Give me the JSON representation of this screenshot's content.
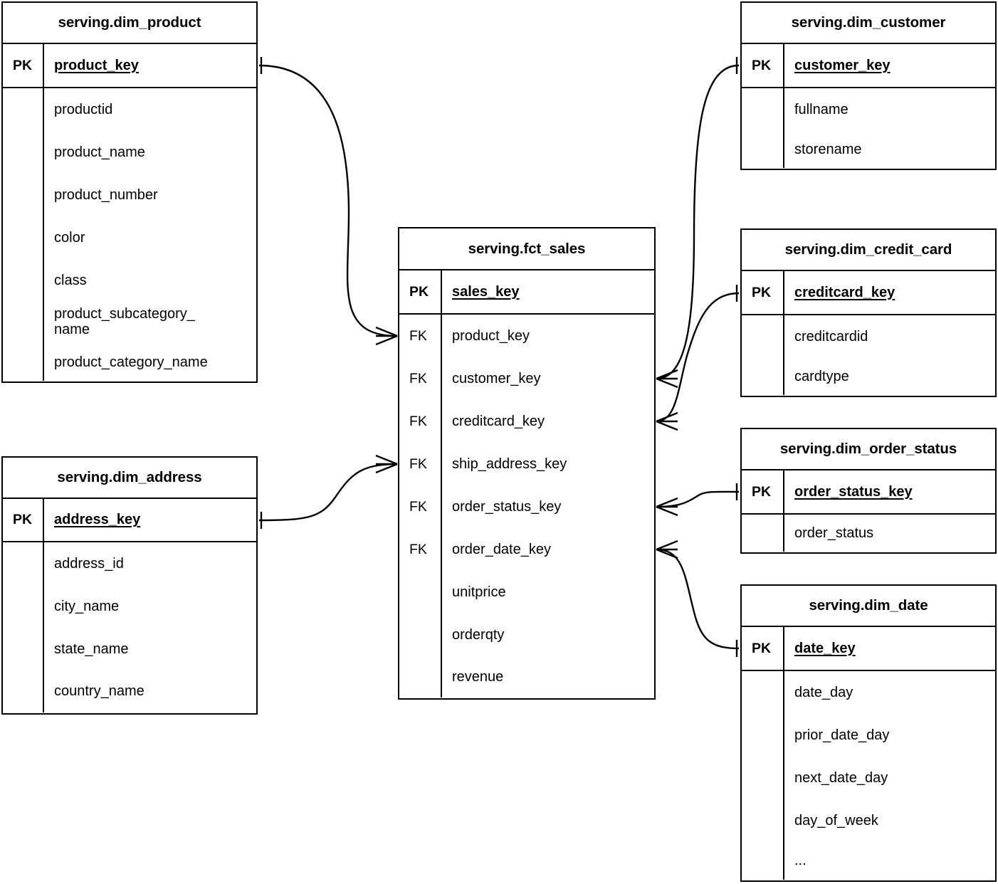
{
  "diagram": {
    "type": "entity-relationship-diagram",
    "notation": "crows-foot",
    "background_color": "#ffffff",
    "line_color": "#000000",
    "entities": [
      {
        "id": "dim_product",
        "title": "serving.dim_product",
        "primary_key": {
          "tag": "PK",
          "name": "product_key"
        },
        "fields": [
          "productid",
          "product_name",
          "product_number",
          "color",
          "class",
          "product_subcategory_\nname",
          "product_category_name"
        ]
      },
      {
        "id": "dim_address",
        "title": "serving.dim_address",
        "primary_key": {
          "tag": "PK",
          "name": "address_key"
        },
        "fields": [
          "address_id",
          "city_name",
          "state_name",
          "country_name"
        ]
      },
      {
        "id": "fct_sales",
        "title": "serving.fct_sales",
        "primary_key": {
          "tag": "PK",
          "name": "sales_key"
        },
        "foreign_keys": [
          {
            "tag": "FK",
            "name": "product_key"
          },
          {
            "tag": "FK",
            "name": "customer_key"
          },
          {
            "tag": "FK",
            "name": "creditcard_key"
          },
          {
            "tag": "FK",
            "name": "ship_address_key"
          },
          {
            "tag": "FK",
            "name": "order_status_key"
          },
          {
            "tag": "FK",
            "name": "order_date_key"
          }
        ],
        "measures": [
          "unitprice",
          "orderqty",
          "revenue"
        ]
      },
      {
        "id": "dim_customer",
        "title": "serving.dim_customer",
        "primary_key": {
          "tag": "PK",
          "name": "customer_key"
        },
        "fields": [
          "fullname",
          "storename"
        ]
      },
      {
        "id": "dim_credit_card",
        "title": "serving.dim_credit_card",
        "primary_key": {
          "tag": "PK",
          "name": "creditcard_key"
        },
        "fields": [
          "creditcardid",
          "cardtype"
        ]
      },
      {
        "id": "dim_order_status",
        "title": "serving.dim_order_status",
        "primary_key": {
          "tag": "PK",
          "name": "order_status_key"
        },
        "fields": [
          "order_status"
        ]
      },
      {
        "id": "dim_date",
        "title": "serving.dim_date",
        "primary_key": {
          "tag": "PK",
          "name": "date_key"
        },
        "fields": [
          "date_day",
          "prior_date_day",
          "next_date_day",
          "day_of_week",
          "..."
        ]
      }
    ],
    "relationships": [
      {
        "from": "dim_product.product_key",
        "to": "fct_sales.product_key",
        "from_cardinality": "one",
        "to_cardinality": "many"
      },
      {
        "from": "dim_address.address_key",
        "to": "fct_sales.ship_address_key",
        "from_cardinality": "one",
        "to_cardinality": "many"
      },
      {
        "from": "dim_customer.customer_key",
        "to": "fct_sales.customer_key",
        "from_cardinality": "one",
        "to_cardinality": "many"
      },
      {
        "from": "dim_credit_card.creditcard_key",
        "to": "fct_sales.creditcard_key",
        "from_cardinality": "one",
        "to_cardinality": "many"
      },
      {
        "from": "dim_order_status.order_status_key",
        "to": "fct_sales.order_status_key",
        "from_cardinality": "one",
        "to_cardinality": "many"
      },
      {
        "from": "dim_date.date_key",
        "to": "fct_sales.order_date_key",
        "from_cardinality": "one",
        "to_cardinality": "many"
      }
    ]
  }
}
